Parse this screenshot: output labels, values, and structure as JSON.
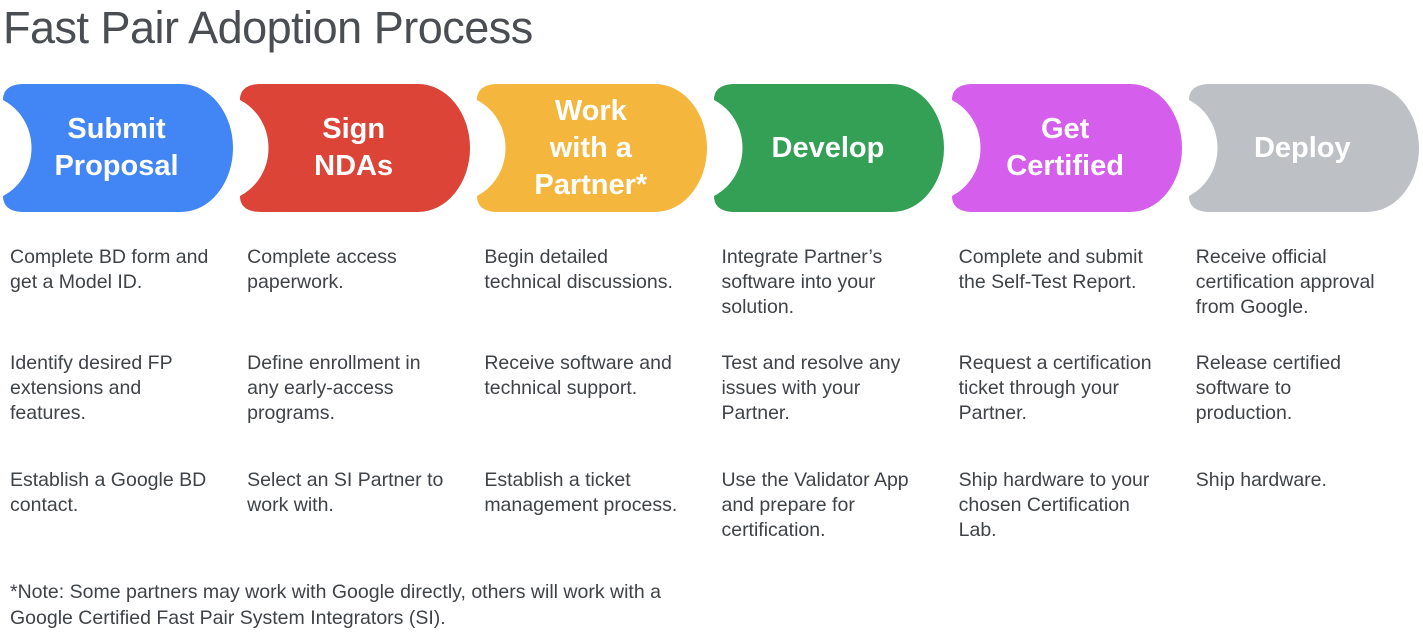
{
  "page": {
    "title": "Fast Pair Adoption Process",
    "background_color": "#ffffff",
    "title_color": "#4a4d51",
    "body_text_color": "#3f4347"
  },
  "stages": [
    {
      "label": "Submit\nProposal",
      "color": "#4285F4",
      "items": [
        "Complete BD form and\nget a Model ID.",
        "Identify desired FP\nextensions and\nfeatures.",
        "Establish a Google BD\ncontact."
      ]
    },
    {
      "label": "Sign\nNDAs",
      "color": "#DB4437",
      "items": [
        "Complete access\npaperwork.",
        "Define enrollment in\nany early-access\nprograms.",
        "Select an SI Partner to\nwork with."
      ]
    },
    {
      "label": "Work\nwith a\nPartner*",
      "color": "#F4B63C",
      "items": [
        "Begin detailed\ntechnical discussions.",
        "Receive software and\ntechnical support.",
        "Establish a ticket\nmanagement process."
      ]
    },
    {
      "label": "Develop",
      "color": "#33A055",
      "items": [
        "Integrate Partner’s\nsoftware into your\nsolution.",
        "Test and resolve any\nissues with your\nPartner.",
        "Use the Validator App\nand prepare for\ncertification."
      ]
    },
    {
      "label": "Get\nCertified",
      "color": "#D55FEC",
      "items": [
        "Complete and submit\nthe Self-Test Report.",
        "Request a certification\nticket through your\nPartner.",
        "Ship hardware to your\nchosen Certification\nLab."
      ]
    },
    {
      "label": "Deploy",
      "color": "#BDC1C6",
      "items": [
        "Receive official\ncertification approval\nfrom Google.",
        "Release certified\nsoftware to\nproduction.",
        "Ship hardware."
      ]
    }
  ],
  "note": "*Note: Some partners may work with Google directly, others will work with a\nGoogle Certified Fast Pair System Integrators (SI)."
}
